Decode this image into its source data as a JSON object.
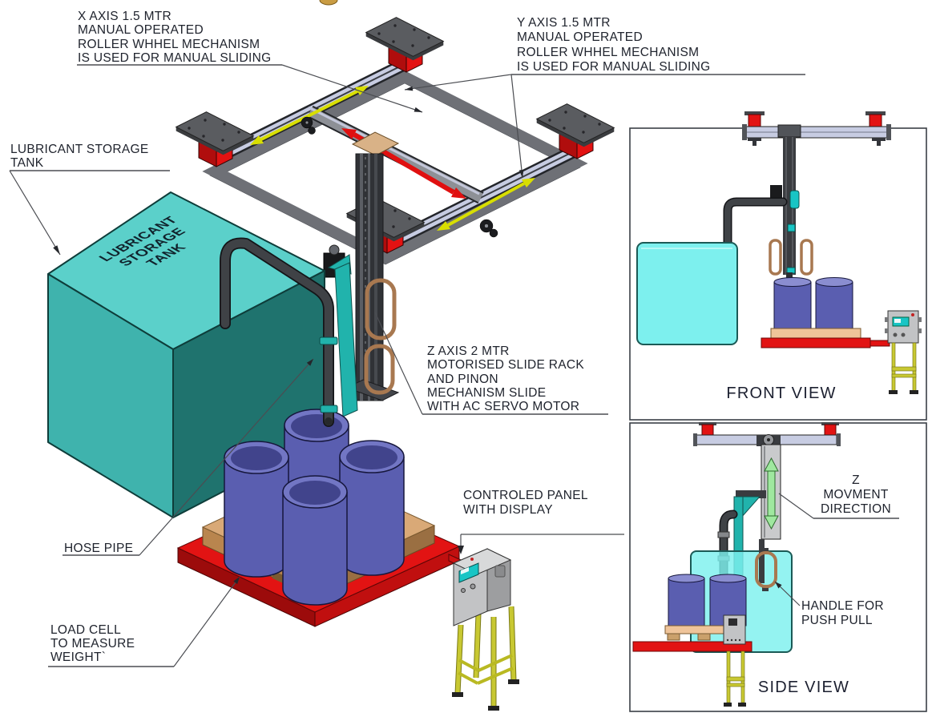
{
  "colors": {
    "tank_top": "#5bd0ca",
    "tank_left": "#3fb3ad",
    "tank_right": "#1f736e",
    "tank_front_view": "#7df0ee",
    "drum_body": "#5a5eb0",
    "drum_rim": "#7276c4",
    "drum_inner": "#41448c",
    "load_cell_red": "#e21313",
    "pallet_tan": "#d9a977",
    "rail_lavender": "#c7cce2",
    "frame_gray": "#6e7076",
    "column_dark": "#303236",
    "yellow_arrow": "#d8de00",
    "red_arrow": "#e01010",
    "green_arrow": "#9fe89f",
    "copper_handle": "#a87850",
    "stand_yellow": "#c8c832",
    "panel_gray": "#c2c3c5",
    "screen_cyan": "#18c5c5",
    "teal_bracket": "#21b3ac"
  },
  "labels": {
    "x_axis": {
      "lines": [
        "X AXIS 1.5 MTR",
        "MANUAL OPERATED",
        "ROLLER WHHEL MECHANISM",
        "IS USED FOR MANUAL SLIDING"
      ]
    },
    "y_axis": {
      "lines": [
        "Y AXIS 1.5 MTR",
        "MANUAL OPERATED",
        "ROLLER WHHEL MECHANISM",
        "IS USED FOR MANUAL SLIDING"
      ]
    },
    "storage_tank": {
      "lines": [
        "LUBRICANT STORAGE",
        "TANK"
      ]
    },
    "tank_top_text": {
      "lines": [
        "LUBRICANT",
        "STORAGE",
        "TANK"
      ]
    },
    "z_axis": {
      "lines": [
        "Z AXIS 2 MTR",
        "MOTORISED SLIDE RACK",
        " AND PINON",
        "MECHANISM SLIDE",
        "WITH AC SERVO MOTOR"
      ]
    },
    "hose_pipe": {
      "text": "HOSE PIPE"
    },
    "load_cell": {
      "lines": [
        "LOAD CELL",
        "TO MEASURE",
        "WEIGHT`"
      ]
    },
    "control_panel": {
      "lines": [
        "CONTROLED PANEL",
        "WITH DISPLAY"
      ]
    },
    "z_movement": {
      "lines": [
        "Z",
        "MOVMENT",
        "DIRECTION"
      ]
    },
    "handle": {
      "lines": [
        "HANDLE FOR",
        "PUSH PULL"
      ]
    },
    "front_view_title": "FRONT VIEW",
    "side_view_title": "SIDE VIEW"
  }
}
